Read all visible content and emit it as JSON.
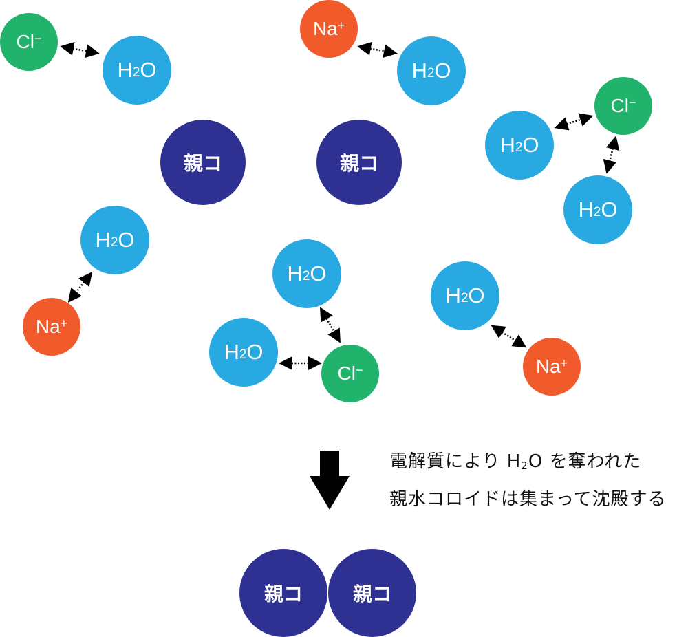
{
  "labels": {
    "water": "H",
    "water_sub": "2",
    "water_tail": "O",
    "chloride": "Cl",
    "chloride_charge": "−",
    "sodium": "Na",
    "sodium_charge": "+",
    "colloid": "親コ"
  },
  "caption": {
    "line1_prefix": "電解質により H",
    "line1_sub": "2",
    "line1_suffix": "O を奪われた",
    "line2": "親水コロイドは集まって沈殿する"
  },
  "colors": {
    "water": "#29a9e1",
    "chloride": "#21b26b",
    "sodium": "#f15a2b",
    "colloid": "#2e3192",
    "arrow": "#000000"
  }
}
